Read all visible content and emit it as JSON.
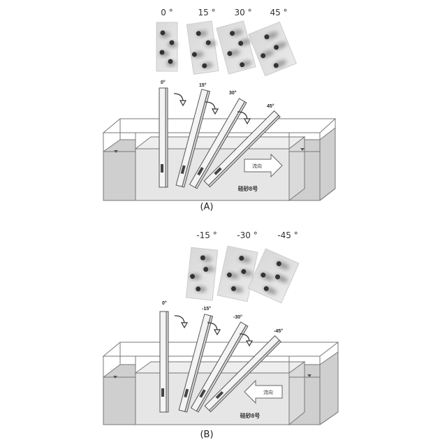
{
  "panelA": {
    "photo_angles": [
      "0 °",
      "15 °",
      "30 °",
      "45 °"
    ],
    "tube_angles": [
      "0°",
      "15°",
      "30°",
      "45°"
    ],
    "flow_label": "流向",
    "sand_label": "硅砂8号",
    "panel_label": "(A)"
  },
  "panelB": {
    "photo_angles": [
      "-15 °",
      "-30 °",
      "-45 °"
    ],
    "tube_angles": [
      "0°",
      "-15°",
      "-30°",
      "-45°"
    ],
    "flow_label": "流向",
    "sand_label": "硅砂8号",
    "panel_label": "(B)"
  }
}
